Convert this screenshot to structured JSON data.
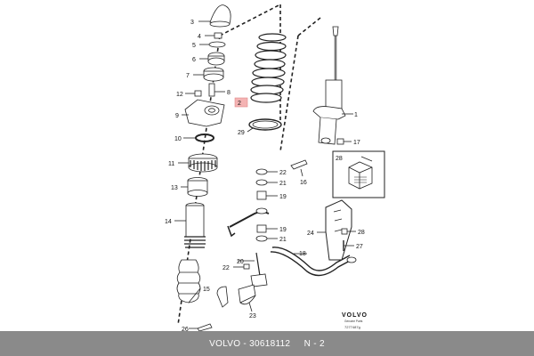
{
  "footer": {
    "text": "VOLVO - 30618112     N - 2"
  },
  "brand": {
    "logo": "VOLVO",
    "line1": "Genuine Parts",
    "line2": "7277487g"
  },
  "callouts": {
    "c1": "1",
    "c2": "2",
    "c3": "3",
    "c4": "4",
    "c5": "5",
    "c6": "6",
    "c7": "7",
    "c8": "8",
    "c9": "9",
    "c10": "10",
    "c11": "11",
    "c12": "12",
    "c13": "13",
    "c14": "14",
    "c15": "15",
    "c16": "16",
    "c17": "17",
    "c18": "18",
    "c19a": "19",
    "c19b": "19",
    "c20": "20",
    "c21a": "21",
    "c21b": "21",
    "c22a": "22",
    "c22b": "22",
    "c23": "23",
    "c24": "24",
    "c26": "26",
    "c27": "27",
    "c28a": "28",
    "c28b": "28",
    "c29": "29"
  },
  "colors": {
    "highlight": "#f4b3b3",
    "footer_bg": "#8a8a8a",
    "line": "#222222"
  }
}
